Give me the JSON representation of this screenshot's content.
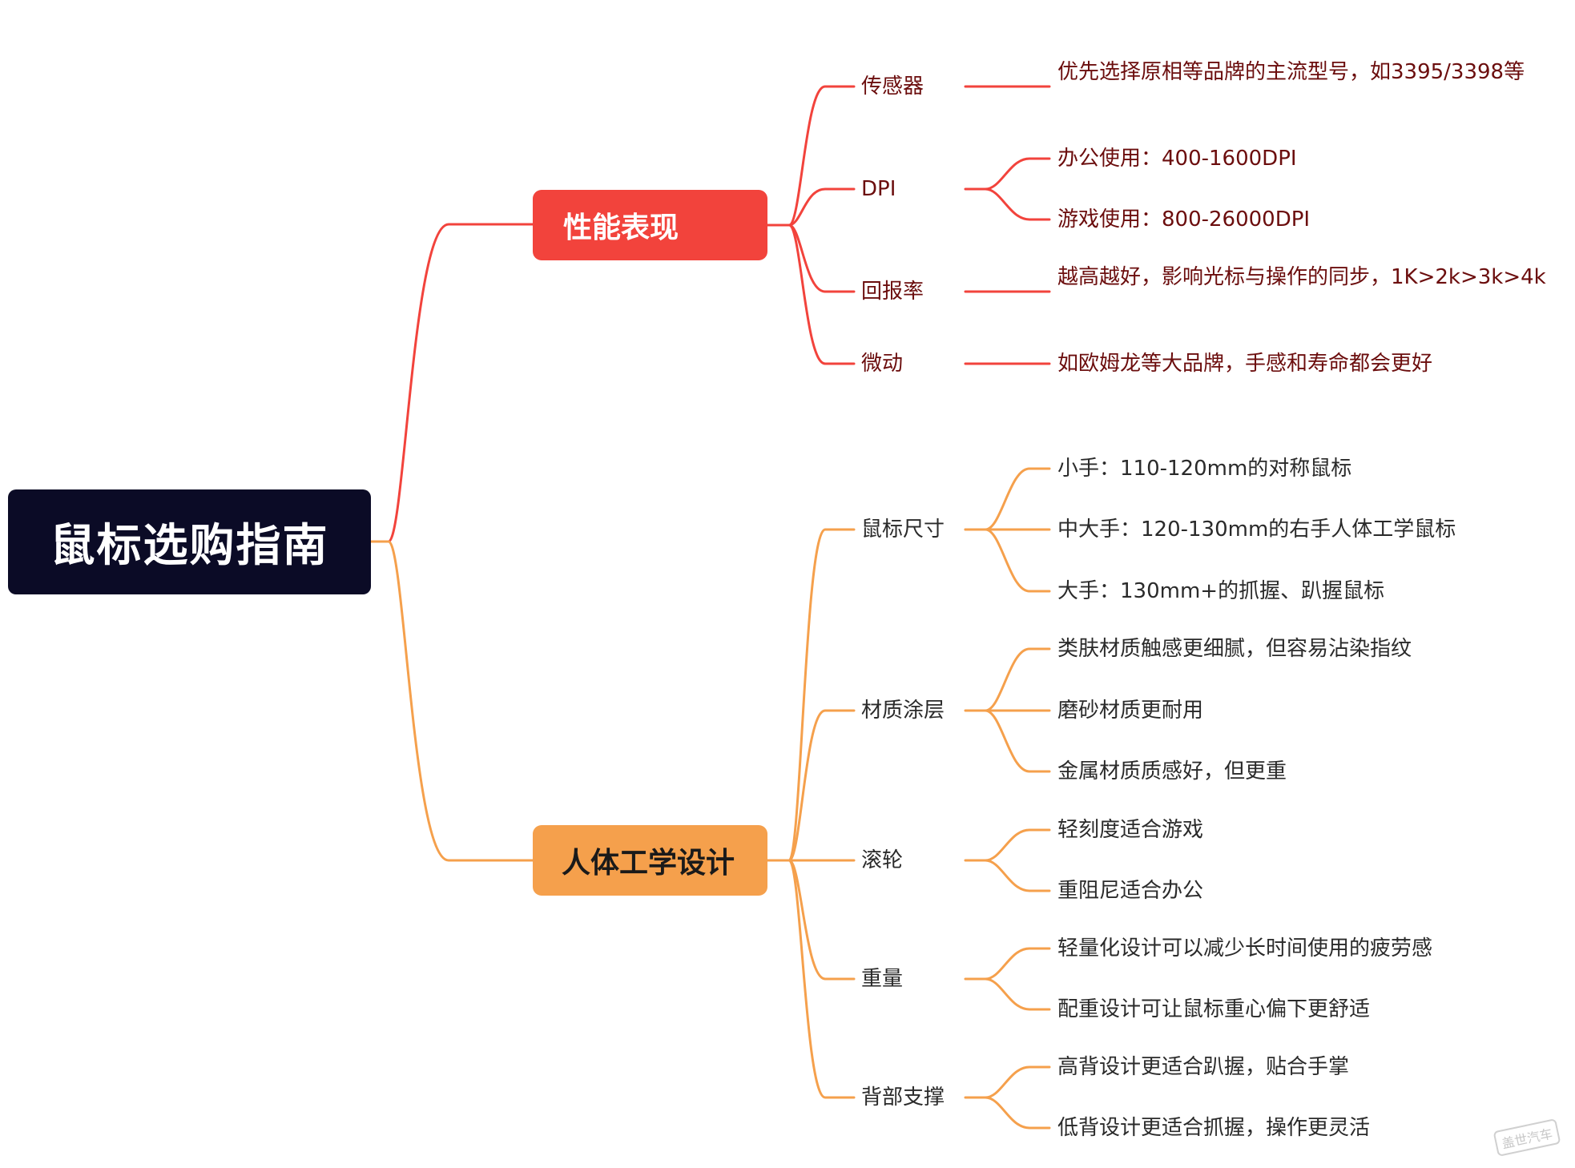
{
  "root": {
    "label": "鼠标选购指南"
  },
  "colors": {
    "root_bg": "#0b0b26",
    "branch1": "#f2433c",
    "branch2": "#f5a04c",
    "branch1_text": "#6b0d0d"
  },
  "branches": [
    {
      "label": "性能表现",
      "children": [
        {
          "label": "传感器",
          "leaves": [
            "优先选择原相等品牌的主流型号，如3395/3398等"
          ]
        },
        {
          "label": "DPI",
          "leaves": [
            "办公使用：400-1600DPI",
            "游戏使用：800-26000DPI"
          ]
        },
        {
          "label": "回报率",
          "leaves": [
            "越高越好，影响光标与操作的同步，1K>2k>3k>4k"
          ]
        },
        {
          "label": "微动",
          "leaves": [
            "如欧姆龙等大品牌，手感和寿命都会更好"
          ]
        }
      ]
    },
    {
      "label": "人体工学设计",
      "children": [
        {
          "label": "鼠标尺寸",
          "leaves": [
            "小手：110-120mm的对称鼠标",
            "中大手：120-130mm的右手人体工学鼠标",
            "大手：130mm+的抓握、趴握鼠标"
          ]
        },
        {
          "label": "材质涂层",
          "leaves": [
            "类肤材质触感更细腻，但容易沾染指纹",
            "磨砂材质更耐用",
            "金属材质质感好，但更重"
          ]
        },
        {
          "label": "滚轮",
          "leaves": [
            "轻刻度适合游戏",
            "重阻尼适合办公"
          ]
        },
        {
          "label": "重量",
          "leaves": [
            "轻量化设计可以减少长时间使用的疲劳感",
            "配重设计可让鼠标重心偏下更舒适"
          ]
        },
        {
          "label": "背部支撑",
          "leaves": [
            "高背设计更适合趴握，贴合手掌",
            "低背设计更适合抓握，操作更灵活"
          ]
        }
      ]
    }
  ],
  "watermark": "盖世汽车"
}
